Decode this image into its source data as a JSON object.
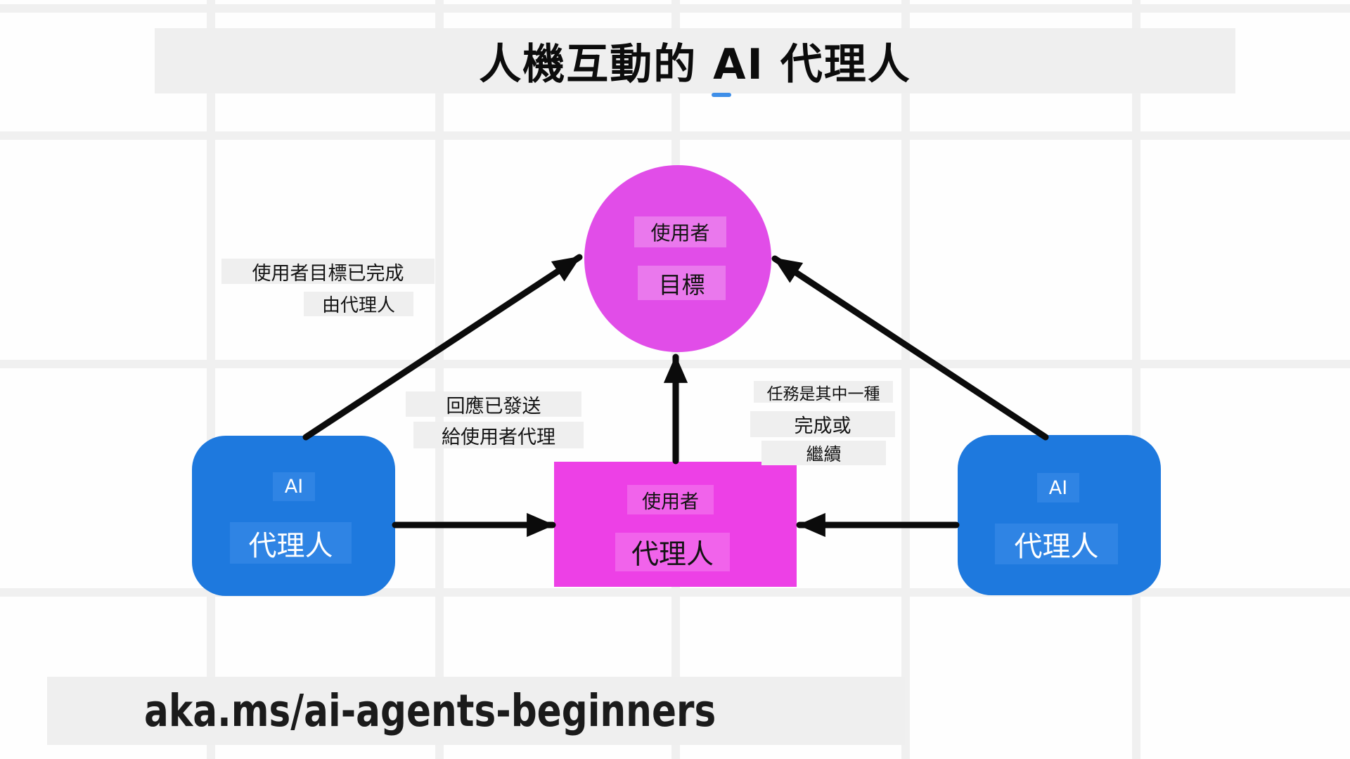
{
  "title": {
    "text": "人機互動的 AI 代理人"
  },
  "footer": {
    "url": "aka.ms/ai-agents-beginners"
  },
  "nodes": {
    "user_goal": {
      "line1": "使用者",
      "line2": "目標"
    },
    "user_proxy": {
      "line1": "使用者",
      "line2": "代理人"
    },
    "left_agent": {
      "line1": "AI",
      "line2": "代理人"
    },
    "right_agent": {
      "line1": "AI",
      "line2": "代理人"
    }
  },
  "labels": {
    "goal_completed": {
      "line1": "使用者目標已完成",
      "line2": "由代理人"
    },
    "response_sent": {
      "line1": "回應已發送",
      "line2": "給使用者代理"
    },
    "task_status": {
      "line1": "任務是其中一種",
      "line2": "完成或",
      "line3": "繼續"
    }
  },
  "colors": {
    "magenta_circle": "#E14DE8",
    "magenta_circle_chip": "#EA78ED",
    "magenta_rect": "#ED40E6",
    "magenta_rect_chip": "#F163EB",
    "blue_box": "#1E79DE",
    "blue_box_chip": "#2F84E4",
    "band_gray": "#EFEFEF",
    "grid_gray": "#F0F0F0",
    "arrow_black": "#0B0B0B",
    "accent_dash_blue": "#3E8EE8",
    "text_black": "#141414",
    "text_white": "#FFFFFF"
  }
}
